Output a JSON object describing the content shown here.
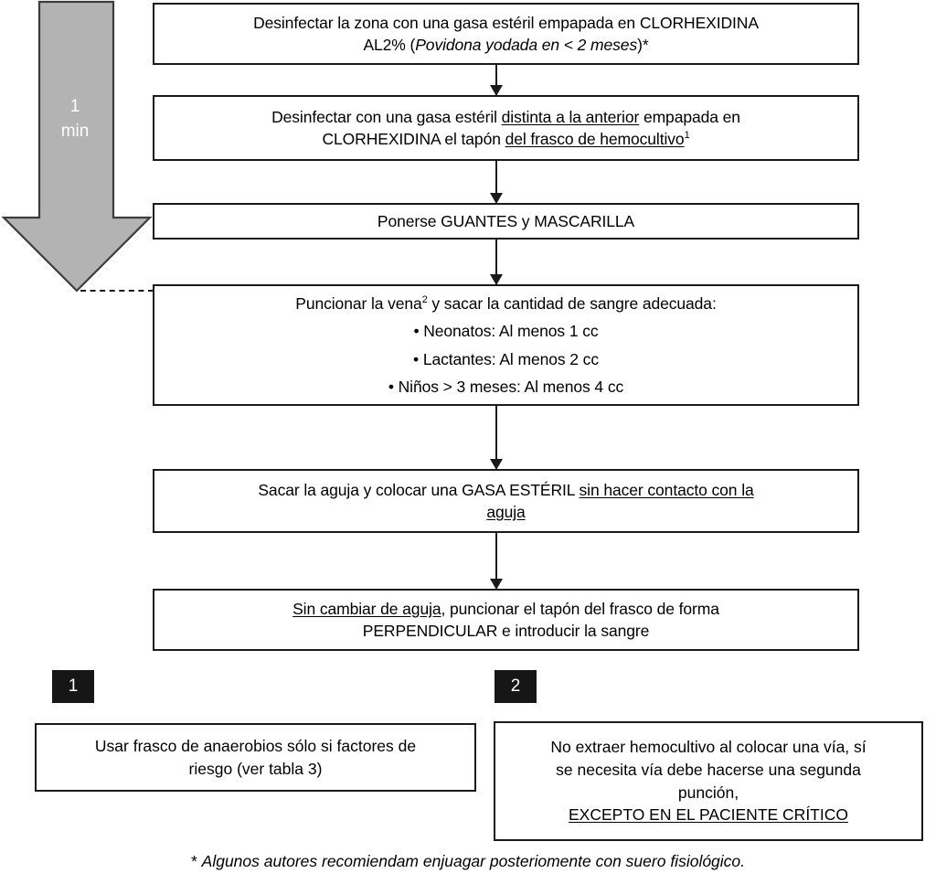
{
  "diagram": {
    "title_hidden": "",
    "timing_arrow": {
      "name": "1 min timing arrow",
      "label_line1": "1",
      "label_line2": "min",
      "fill_color": "#b3b3b3",
      "text_color": "#ffffff"
    },
    "steps": [
      {
        "id": "step-1",
        "line1_a": "Desinfectar la zona con una gasa estéril empapada en CLORHEXIDINA",
        "line2_a": "AL2% (",
        "line2_italic": "Povidona yodada en < 2 meses",
        "line2_b": ")*"
      },
      {
        "id": "step-2",
        "line1_a": "Desinfectar con una gasa estéril ",
        "line1_underline": "distinta a la anterior",
        "line1_b": " empapada en",
        "line2_a": "CLORHEXIDINA el tapón ",
        "line2_underline": "del frasco de hemocultivo",
        "line2_sup": "1"
      },
      {
        "id": "step-3",
        "text": "Ponerse GUANTES y MASCARILLA"
      },
      {
        "id": "step-4",
        "lead_a": "Puncionar la vena",
        "lead_sup": "2",
        "lead_b": " y sacar la cantidad de sangre adecuada:",
        "bullets": [
          "Neonatos: Al menos 1 cc",
          "Lactantes: Al menos 2 cc",
          "Niños > 3 meses: Al menos 4 cc"
        ]
      },
      {
        "id": "step-5",
        "line1_a": "Sacar la aguja y colocar una GASA ESTÉRIL ",
        "line1_underline": "sin hacer contacto con la",
        "line2_underline": "aguja"
      },
      {
        "id": "step-6",
        "line1_underline": "Sin cambiar de aguja",
        "line1_b": ", puncionar el tapón del frasco de forma",
        "line2": "PERPENDICULAR e introducir la sangre"
      }
    ],
    "notes": [
      {
        "badge": "1",
        "line1": "Usar frasco de anaerobios sólo si factores de",
        "line2": "riesgo (ver tabla 3)"
      },
      {
        "badge": "2",
        "line1": "No extraer hemocultivo al colocar una vía, sí",
        "line2": "se necesita vía debe hacerse una segunda",
        "line3": "punción,",
        "line4_underline": "EXCEPTO EN EL PACIENTE CRÍTICO"
      }
    ],
    "footnote": {
      "star": "* ",
      "text": "Algunos autores recomiendam enjuagar posteriomente con suero fisiológico."
    }
  }
}
